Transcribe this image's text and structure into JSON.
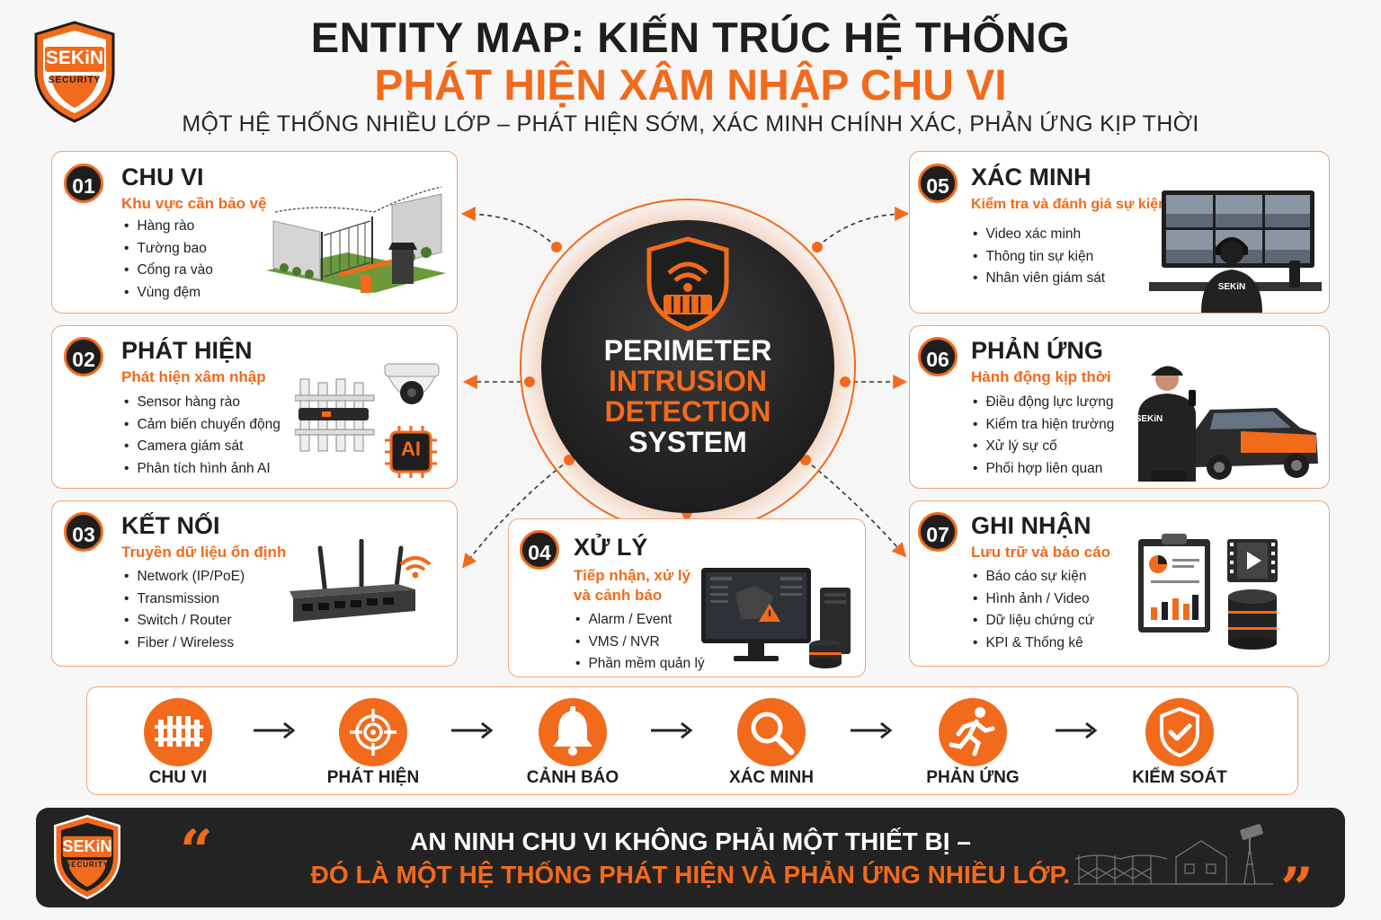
{
  "logo": {
    "brand": "SEKiN",
    "tagline": "SECURITY"
  },
  "header": {
    "title_line1": "ENTITY MAP: KIẾN TRÚC HỆ THỐNG",
    "title_line2": "PHÁT HIỆN XÂM NHẬP CHU VI",
    "subtitle": "MỘT HỆ THỐNG NHIỀU LỚP – PHÁT HIỆN SỚM, XÁC MINH CHÍNH XÁC, PHẢN ỨNG KỊP THỜI"
  },
  "hub": {
    "line1": "PERIMETER",
    "line2": "INTRUSION",
    "line3": "DETECTION",
    "line4": "SYSTEM"
  },
  "cards": [
    {
      "num": "01",
      "title": "CHU VI",
      "subtitle": "Khu vực cần bảo vệ",
      "items": [
        "Hàng rào",
        "Tường bao",
        "Cổng ra vào",
        "Vùng đệm"
      ]
    },
    {
      "num": "02",
      "title": "PHÁT HIỆN",
      "subtitle": "Phát hiện xâm nhập",
      "items": [
        "Sensor hàng rào",
        "Cảm biến chuyển động",
        "Camera giám sát",
        "Phân tích hình ảnh AI"
      ],
      "chip_label": "AI"
    },
    {
      "num": "03",
      "title": "KẾT NỐI",
      "subtitle": "Truyền dữ liệu ổn định",
      "items": [
        "Network (IP/PoE)",
        "Transmission",
        "Switch / Router",
        "Fiber / Wireless"
      ]
    },
    {
      "num": "04",
      "title": "XỬ LÝ",
      "subtitle_line1": "Tiếp nhận, xử lý",
      "subtitle_line2": "và cảnh báo",
      "items": [
        "Alarm / Event",
        "VMS / NVR",
        "Phần mềm quản lý"
      ]
    },
    {
      "num": "05",
      "title": "XÁC MINH",
      "subtitle": "Kiểm tra và đánh giá sự kiện",
      "items": [
        "Video xác minh",
        "Thông tin sự kiện",
        "Nhân viên giám sát"
      ],
      "badge": "SEKiN"
    },
    {
      "num": "06",
      "title": "PHẢN ỨNG",
      "subtitle": "Hành động kịp thời",
      "items": [
        "Điều động lực lượng",
        "Kiểm tra hiện trường",
        "Xử lý sự cố",
        "Phối hợp liên quan"
      ],
      "badge": "SEKiN"
    },
    {
      "num": "07",
      "title": "GHI NHẬN",
      "subtitle": "Lưu trữ và báo cáo",
      "items": [
        "Báo cáo sự kiện",
        "Hình ảnh / Video",
        "Dữ liệu chứng cứ",
        "KPI & Thống kê"
      ]
    }
  ],
  "flow": [
    {
      "label": "CHU VI",
      "icon": "fence-icon"
    },
    {
      "label": "PHÁT HIỆN",
      "icon": "target-icon"
    },
    {
      "label": "CẢNH BÁO",
      "icon": "bell-icon"
    },
    {
      "label": "XÁC MINH",
      "icon": "magnifier-icon"
    },
    {
      "label": "PHẢN ỨNG",
      "icon": "runner-icon"
    },
    {
      "label": "KIỂM SOÁT",
      "icon": "shield-check-icon"
    }
  ],
  "footer": {
    "line1": "AN NINH CHU VI KHÔNG PHẢI MỘT THIẾT BỊ –",
    "line2": "ĐÓ LÀ MỘT HỆ THỐNG PHÁT HIỆN VÀ PHẢN ỨNG NHIỀU LỚP.",
    "open_quote": "“",
    "close_quote": "”"
  },
  "colors": {
    "accent": "#f26a1b",
    "dark": "#1e1e1e",
    "card_border": "#f3a36f"
  }
}
